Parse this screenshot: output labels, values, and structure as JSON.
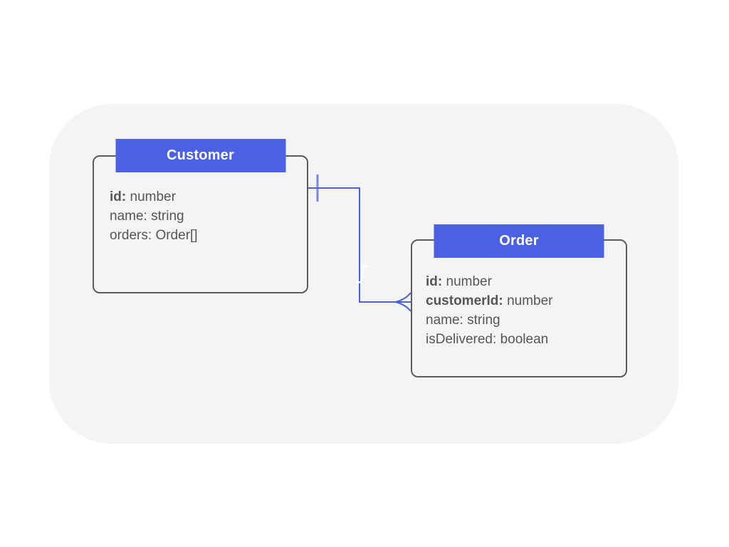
{
  "diagram_type": "entity-relationship",
  "colors": {
    "header_fill": "#4b61e1",
    "header_text": "#ffffff",
    "connector": "#4b61e1",
    "node_border": "#5c5c5c",
    "field_text": "#54575a",
    "panel_background": "#f3f4f3",
    "page_background": "#ffffff"
  },
  "entities": [
    {
      "title": "Customer",
      "fields": [
        {
          "label": "id:",
          "value": "number",
          "bold": true
        },
        {
          "label": "name:",
          "value": "string",
          "bold": false
        },
        {
          "label": "orders:",
          "value": "Order[]",
          "bold": false
        }
      ]
    },
    {
      "title": "Order",
      "fields": [
        {
          "label": "id:",
          "value": "number",
          "bold": true
        },
        {
          "label": "customerId:",
          "value": "number",
          "bold": true
        },
        {
          "label": "name:",
          "value": "string",
          "bold": false
        },
        {
          "label": "isDelivered:",
          "value": "boolean",
          "bold": false
        }
      ]
    }
  ],
  "relationship": {
    "from": "Customer",
    "to": "Order",
    "from_cardinality": "one",
    "to_cardinality": "many",
    "notation": "crow-foot"
  }
}
